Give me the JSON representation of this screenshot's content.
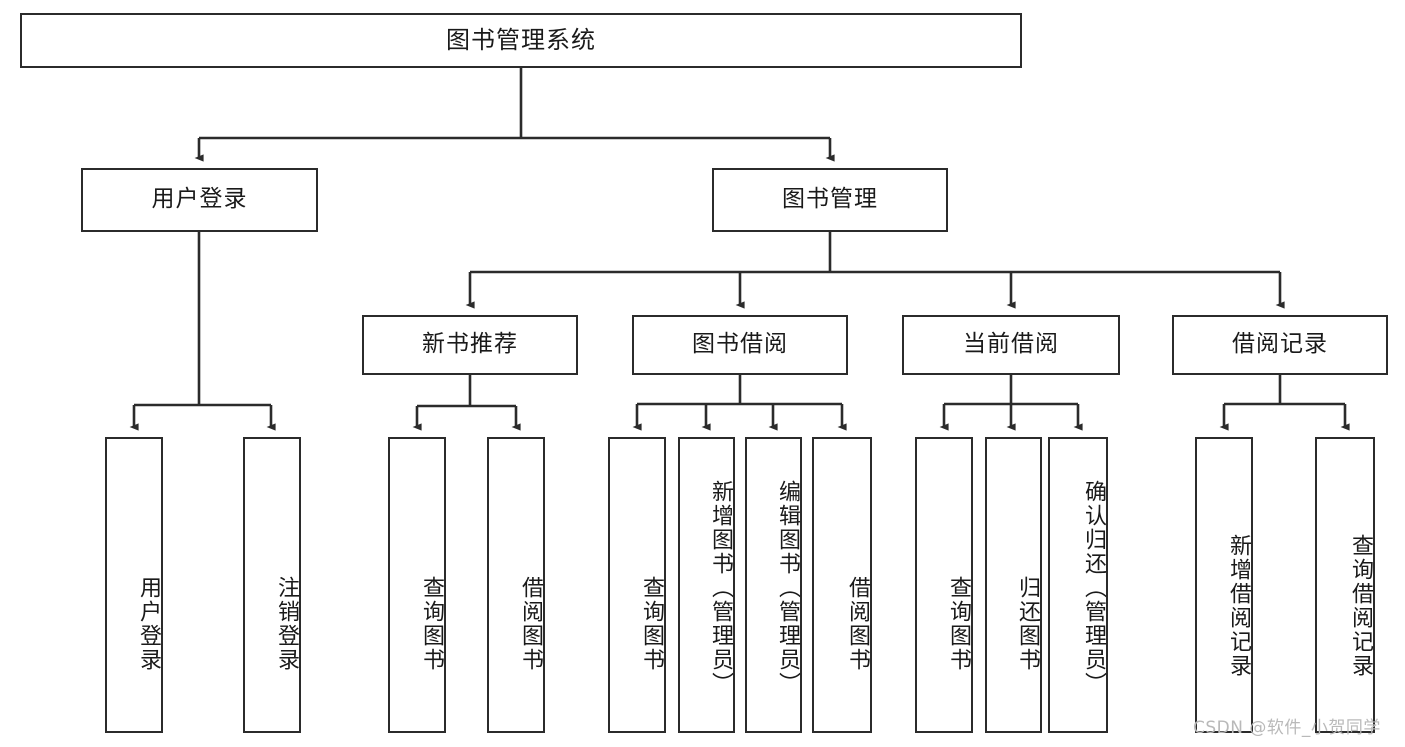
{
  "diagram": {
    "title": "图书管理系统",
    "type": "tree",
    "root": {
      "label": "图书管理系统"
    },
    "level2": [
      {
        "id": "user-login",
        "label": "用户登录"
      },
      {
        "id": "book-manage",
        "label": "图书管理"
      }
    ],
    "level3": [
      {
        "id": "new-book-recommend",
        "label": "新书推荐",
        "parent": "book-manage"
      },
      {
        "id": "book-borrow",
        "label": "图书借阅",
        "parent": "book-manage"
      },
      {
        "id": "current-borrow",
        "label": "当前借阅",
        "parent": "book-manage"
      },
      {
        "id": "borrow-record",
        "label": "借阅记录",
        "parent": "book-manage"
      }
    ],
    "leaves": [
      {
        "id": "leaf-user-login",
        "label": "用户登录",
        "parent": "user-login"
      },
      {
        "id": "leaf-logout-login",
        "label": "注销登录",
        "parent": "user-login"
      },
      {
        "id": "leaf-query-book-1",
        "label": "查询图书",
        "parent": "new-book-recommend"
      },
      {
        "id": "leaf-borrow-book-1",
        "label": "借阅图书",
        "parent": "new-book-recommend"
      },
      {
        "id": "leaf-query-book-2",
        "label": "查询图书",
        "parent": "book-borrow"
      },
      {
        "id": "leaf-add-book",
        "label": "新增图书（管理员）",
        "parent": "book-borrow"
      },
      {
        "id": "leaf-edit-book",
        "label": "编辑图书（管理员）",
        "parent": "book-borrow"
      },
      {
        "id": "leaf-borrow-book-2",
        "label": "借阅图书",
        "parent": "book-borrow"
      },
      {
        "id": "leaf-query-book-3",
        "label": "查询图书",
        "parent": "current-borrow"
      },
      {
        "id": "leaf-return-book",
        "label": "归还图书",
        "parent": "current-borrow"
      },
      {
        "id": "leaf-confirm-return",
        "label": "确认归还（管理员）",
        "parent": "current-borrow"
      },
      {
        "id": "leaf-add-record",
        "label": "新增借阅记录",
        "parent": "borrow-record"
      },
      {
        "id": "leaf-query-record",
        "label": "查询借阅记录",
        "parent": "borrow-record"
      }
    ],
    "colors": {
      "stroke": "#2b2b2b",
      "fill": "#ffffff",
      "text": "#1a1a1a",
      "watermark": "#b9b9b9"
    }
  },
  "watermark": {
    "text": "CSDN @软件_小贺同学"
  }
}
